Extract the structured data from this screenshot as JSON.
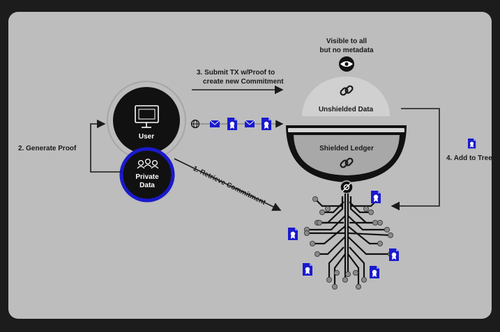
{
  "labels": {
    "visible_line1": "Visible to all",
    "visible_line2": "but no metadata",
    "submit_line1": "3. Submit TX w/Proof to",
    "submit_line2": "create new Commitment",
    "generate_proof": "2. Generate Proof",
    "user": "User",
    "private_line1": "Private",
    "private_line2": "Data",
    "retrieve": "1. Retrieve Commitment",
    "unshielded": "Unshielded Data",
    "shielded": "Shielded Ledger",
    "add_tree": "4. Add to Tree"
  },
  "icons": {
    "eye": "eye-icon",
    "monitor": "monitor-icon",
    "chain": "chain-link-icon",
    "certificate": "certificate-icon",
    "envelope": "envelope-icon",
    "globe": "globe-icon",
    "users": "users-icon"
  },
  "colors": {
    "panel": "#bdbdbd",
    "dark": "#111111",
    "accent": "#1a1acc",
    "gray_dome": "#d0d0d0",
    "gray_bowl": "#a8a8a8"
  }
}
